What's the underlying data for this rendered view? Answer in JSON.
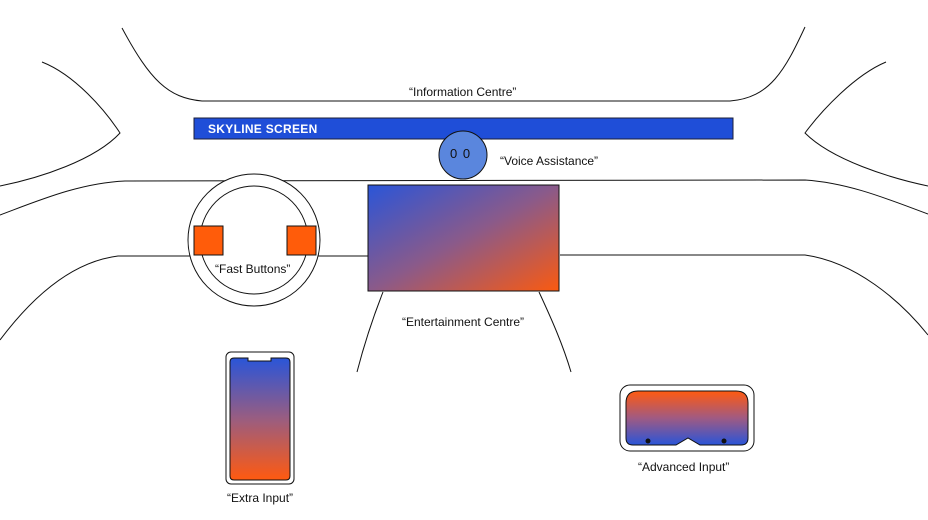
{
  "colors": {
    "skyline_blue": "#1f4ed8",
    "voice_circle": "#5a86dd",
    "gradient_blue": "#2a55d8",
    "gradient_orange": "#fa5a10",
    "fast_button_orange": "#ff5c0a",
    "outline": "#111111"
  },
  "labels": {
    "information_centre": "“Information Centre”",
    "skyline_screen": "SKYLINE SCREEN",
    "voice_assistance": "“Voice Assistance”",
    "voice_eyes": "0 0",
    "fast_buttons": "“Fast Buttons”",
    "entertainment_centre": "“Entertainment Centre”",
    "extra_input": "“Extra Input”",
    "advanced_input": "“Advanced Input”"
  }
}
